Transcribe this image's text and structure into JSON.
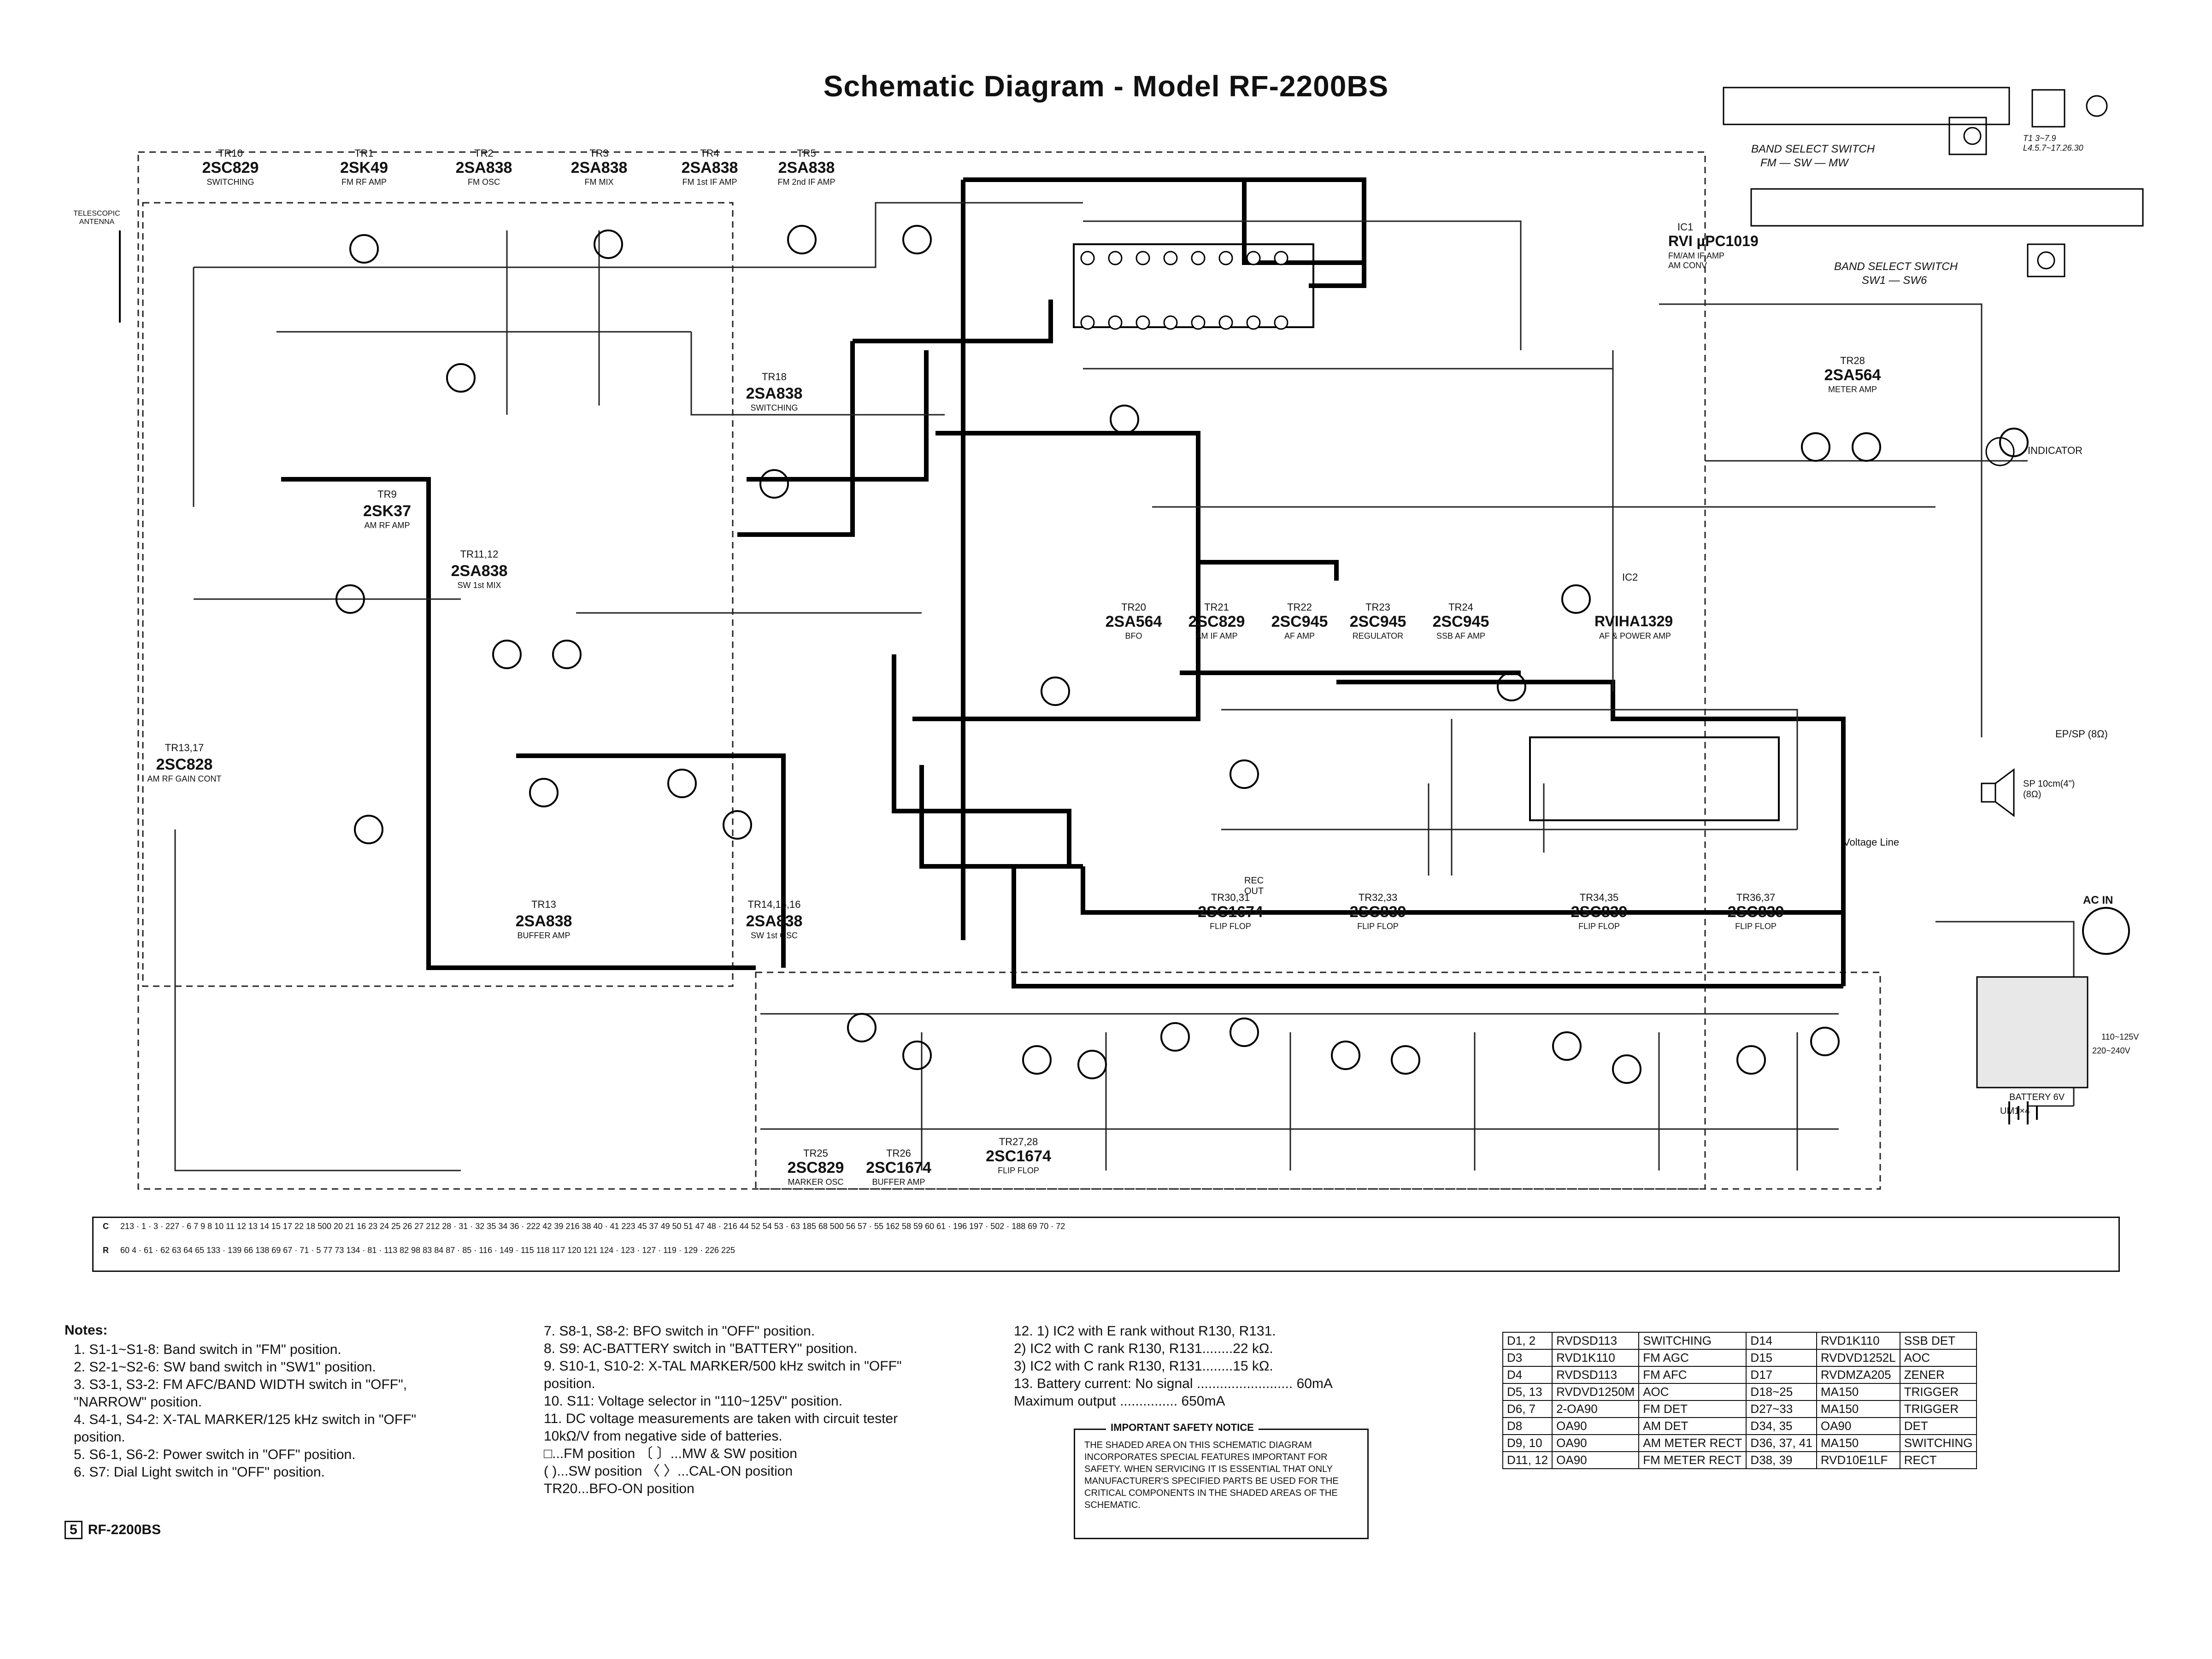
{
  "title": "Schematic Diagram - Model RF-2200BS",
  "transistors_top": [
    {
      "name": "TR10",
      "type": "2SC829",
      "role": "SWITCHING"
    },
    {
      "name": "TR1",
      "type": "2SK49",
      "role": "FM RF AMP"
    },
    {
      "name": "TR2",
      "type": "2SA838",
      "role": "FM OSC"
    },
    {
      "name": "TR3",
      "type": "2SA838",
      "role": "FM MIX"
    },
    {
      "name": "TR4",
      "type": "2SA838",
      "role": "FM 1st IF AMP"
    },
    {
      "name": "TR5",
      "type": "2SA838",
      "role": "FM 2nd IF AMP"
    }
  ],
  "transistors_mid": [
    {
      "name": "TR18",
      "type": "2SA838",
      "role": "SWITCHING"
    },
    {
      "name": "TR9",
      "type": "2SK37",
      "role": "AM RF AMP"
    },
    {
      "name": "TR11,12",
      "type": "2SA838",
      "role": "SW 1st MIX"
    },
    {
      "name": "TR13,17",
      "type": "2SC828",
      "role": "AM RF GAIN CONT"
    },
    {
      "name": "TR13",
      "type": "2SA838",
      "role": "BUFFER AMP"
    },
    {
      "name": "TR14,15,16",
      "type": "2SA838",
      "role": "SW 1st OSC"
    },
    {
      "name": "TR28",
      "type": "2SA564",
      "role": "METER AMP"
    }
  ],
  "transistors_row": [
    {
      "name": "TR20",
      "type": "2SA564",
      "role": "BFO"
    },
    {
      "name": "TR21",
      "type": "2SC829",
      "role": "AM IF AMP"
    },
    {
      "name": "TR22",
      "type": "2SC945",
      "role": "AF AMP"
    },
    {
      "name": "TR23",
      "type": "2SC945",
      "role": "REGULATOR"
    },
    {
      "name": "TR24",
      "type": "2SC945",
      "role": "SSB AF AMP"
    }
  ],
  "ic1": {
    "name": "IC1",
    "type": "RVI µPC1019",
    "role": "FM/AM IF AMP AM CONV"
  },
  "ic2": {
    "name": "IC2",
    "type": "RVIHA1329",
    "role": "AF & POWER AMP"
  },
  "flipflops": [
    {
      "name": "TR30,31",
      "type": "2SC1674",
      "role": "FLIP FLOP"
    },
    {
      "name": "TR32,33",
      "type": "2SC839",
      "role": "FLIP FLOP"
    },
    {
      "name": "TR34,35",
      "type": "2SC839",
      "role": "FLIP FLOP"
    },
    {
      "name": "TR36,37",
      "type": "2SC839",
      "role": "FLIP FLOP"
    }
  ],
  "bottom_tr": [
    {
      "name": "TR25",
      "type": "2SC829",
      "role": "MARKER OSC"
    },
    {
      "name": "TR26",
      "type": "2SC1674",
      "role": "BUFFER AMP"
    },
    {
      "name": "TR27,28",
      "type": "2SC1674",
      "role": "FLIP FLOP"
    }
  ],
  "labels": {
    "antenna": "TELESCOPIC ANTENNA",
    "band_fm": "BAND SELECT SWITCH",
    "band_fm_sub": "FM — SW — MW",
    "band_sw": "BAND SELECT SWITCH",
    "band_sw_sub": "SW1 — SW6",
    "indicator": "INDICATOR",
    "ep_sp": "EP/SP (8Ω)",
    "sp": "SP 10cm(4\") (8Ω)",
    "voltage_line": "Voltage Line",
    "ac_in": "AC IN",
    "ac_110": "110~125V",
    "ac_220": "220~240V",
    "battery": "BATTERY 6V",
    "battery_type": "UM1×4",
    "rec_out": "REC OUT",
    "t_note": "T1 3~7.9 L4.5.7~17.26.30"
  },
  "ref_rows": {
    "c_label": "C",
    "r_label": "R",
    "c_values": "213 · 1 · 3 · 227 · 6 7 9 8 10 11 12 13 14 15 17 22 18 500 20 21 16 23 24 25 26 27 212 28 · 31 · 32 35 34 36 · 222 42 39 216 38 40 · 41 223 45 37 49 50 51 47 48 · 216 44 52 54 53 · 63 185 68 500 56 57 · 55 162 58 59 60 61 · 196 197 · 502 · 188 69 70 · 72",
    "r_values": "60 4 · 61 · 62 63 64 65 133 · 139 66 138 69 67 · 71 · 5 77 73 134 · 81 · 113 82 98 83 84 87 · 85 · 116 · 149 · 115 118 117 120 121 124 · 123 · 127 · 119 · 129 · 226 225"
  },
  "notes_title": "Notes:",
  "notes_col1": [
    "1. S1-1~S1-8: Band switch in \"FM\" position.",
    "2. S2-1~S2-6: SW band switch in \"SW1\" position.",
    "3. S3-1, S3-2: FM AFC/BAND WIDTH switch in \"OFF\",",
    "    \"NARROW\" position.",
    "4. S4-1, S4-2: X-TAL MARKER/125 kHz switch in \"OFF\"",
    "    position.",
    "5. S6-1, S6-2: Power switch in \"OFF\" position.",
    "6. S7: Dial Light switch in \"OFF\" position."
  ],
  "notes_col2": [
    "7. S8-1, S8-2: BFO switch in \"OFF\" position.",
    "8. S9: AC-BATTERY switch in \"BATTERY\" position.",
    "9. S10-1, S10-2: X-TAL MARKER/500 kHz switch in \"OFF\"",
    "    position.",
    "10. S11: Voltage selector in \"110~125V\" position.",
    "11. DC voltage measurements are taken with circuit tester",
    "    10kΩ/V from negative side of batteries.",
    "    □...FM position   〔 〕...MW & SW position",
    "    ( )...SW position   〈 〉...CAL-ON position",
    "    TR20...BFO-ON position"
  ],
  "notes_col3": [
    "12. 1) IC2 with E rank without R130, R131.",
    "     2) IC2 with C rank R130, R131........22 kΩ.",
    "     3) IC2 with C rank R130, R131........15 kΩ.",
    "13. Battery current: No signal ......................... 60mA",
    "                      Maximum output ............... 650mA"
  ],
  "safety": {
    "title": "IMPORTANT SAFETY NOTICE",
    "text": "THE SHADED AREA ON THIS SCHEMATIC DIAGRAM INCORPORATES SPECIAL FEATURES IMPORTANT FOR SAFETY. WHEN SERVICING IT IS ESSENTIAL THAT ONLY MANUFACTURER'S SPECIFIED PARTS BE USED FOR THE CRITICAL COMPONENTS IN THE SHADED AREAS OF THE SCHEMATIC."
  },
  "diodes": [
    [
      "D1, 2",
      "RVDSD113",
      "SWITCHING",
      "D14",
      "RVD1K110",
      "SSB DET"
    ],
    [
      "D3",
      "RVD1K110",
      "FM AGC",
      "D15",
      "RVDVD1252L",
      "AOC"
    ],
    [
      "D4",
      "RVDSD113",
      "FM AFC",
      "D17",
      "RVDMZA205",
      "ZENER"
    ],
    [
      "D5, 13",
      "RVDVD1250M",
      "AOC",
      "D18~25",
      "MA150",
      "TRIGGER"
    ],
    [
      "D6, 7",
      "2-OA90",
      "FM DET",
      "D27~33",
      "MA150",
      "TRIGGER"
    ],
    [
      "D8",
      "OA90",
      "AM DET",
      "D34, 35",
      "OA90",
      "DET"
    ],
    [
      "D9, 10",
      "OA90",
      "AM METER RECT",
      "D36, 37, 41",
      "MA150",
      "SWITCHING"
    ],
    [
      "D11, 12",
      "OA90",
      "FM METER RECT",
      "D38, 39",
      "RVD10E1LF",
      "RECT"
    ]
  ],
  "page_number": "5",
  "page_model": "RF-2200BS"
}
